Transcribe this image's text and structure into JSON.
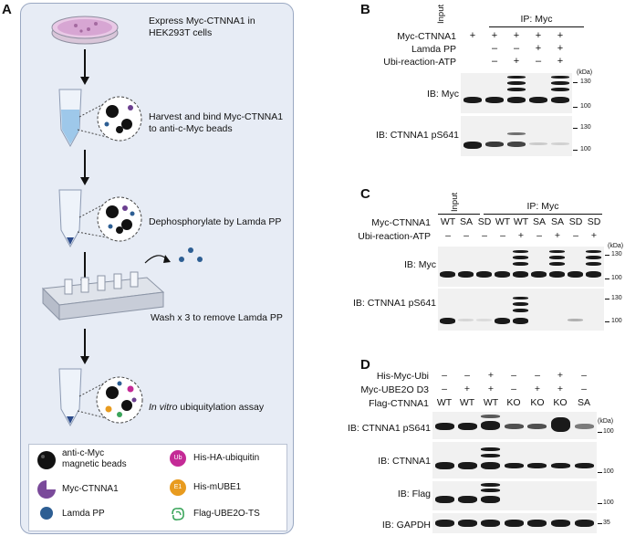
{
  "panelA": {
    "label": "A",
    "steps": [
      {
        "text1": "Express Myc-CTNNA1 in",
        "text2": "HEK293T cells"
      },
      {
        "text1": "Harvest and bind Myc-CTNNA1",
        "text2": "to anti-c-Myc beads"
      },
      {
        "text1": "Dephosphorylate by Lamda PP"
      },
      {
        "text1": "Wash x 3 to remove Lamda PP"
      },
      {
        "italic": "In vitro",
        "text1": " ubiquitylation assay"
      }
    ],
    "legend": {
      "beads1": "anti-c-Myc",
      "beads2": "magnetic beads",
      "ctnna1": "Myc-CTNNA1",
      "lamda": "Lamda PP",
      "ubiquitin": "His-HA-ubiquitin",
      "mube1": "His-mUBE1",
      "ube2o": "Flag-UBE2O-TS",
      "ub_icon": "Ub",
      "e1_icon": "E1"
    }
  },
  "panelB": {
    "label": "B",
    "input_label": "Input",
    "ip_label": "IP: Myc",
    "rows": [
      {
        "name": "Myc-CTNNA1",
        "vals": [
          "+",
          "+",
          "+",
          "+",
          "+"
        ]
      },
      {
        "name": "Lamda PP",
        "vals": [
          "",
          "–",
          "–",
          "+",
          "+"
        ]
      },
      {
        "name": "Ubi-reaction-ATP",
        "vals": [
          "",
          "–",
          "+",
          "–",
          "+"
        ]
      }
    ],
    "kda": "(kDa)",
    "blots": [
      {
        "ib": "IB: Myc",
        "markers": [
          "130",
          "100"
        ]
      },
      {
        "ib": "IB: CTNNA1 pS641",
        "markers": [
          "130",
          "100"
        ]
      }
    ]
  },
  "panelC": {
    "label": "C",
    "input_label": "Input",
    "ip_label": "IP: Myc",
    "rows": [
      {
        "name": "Myc-CTNNA1",
        "vals": [
          "WT",
          "SA",
          "SD",
          "WT",
          "WT",
          "SA",
          "SA",
          "SD",
          "SD"
        ]
      },
      {
        "name": "Ubi-reaction-ATP",
        "vals": [
          "–",
          "–",
          "–",
          "–",
          "+",
          "–",
          "+",
          "–",
          "+"
        ]
      }
    ],
    "kda": "(kDa)",
    "blots": [
      {
        "ib": "IB: Myc",
        "markers": [
          "130",
          "100"
        ]
      },
      {
        "ib": "IB: CTNNA1 pS641",
        "markers": [
          "130",
          "100"
        ]
      }
    ]
  },
  "panelD": {
    "label": "D",
    "rows": [
      {
        "name": "His-Myc-Ubi",
        "vals": [
          "–",
          "–",
          "+",
          "–",
          "–",
          "+",
          "–"
        ]
      },
      {
        "name": "Myc-UBE2O D3",
        "vals": [
          "–",
          "+",
          "+",
          "–",
          "+",
          "+",
          "–"
        ]
      },
      {
        "name": "Flag-CTNNA1",
        "vals": [
          "WT",
          "WT",
          "WT",
          "KO",
          "KO",
          "KO",
          "SA"
        ]
      }
    ],
    "kda": "(kDa)",
    "blots": [
      {
        "ib": "IB: CTNNA1 pS641",
        "markers": [
          "100"
        ]
      },
      {
        "ib": "IB: CTNNA1",
        "markers": [
          "100"
        ]
      },
      {
        "ib": "IB: Flag",
        "markers": [
          "100"
        ]
      },
      {
        "ib": "IB: GAPDH",
        "markers": [
          "35"
        ]
      }
    ]
  }
}
